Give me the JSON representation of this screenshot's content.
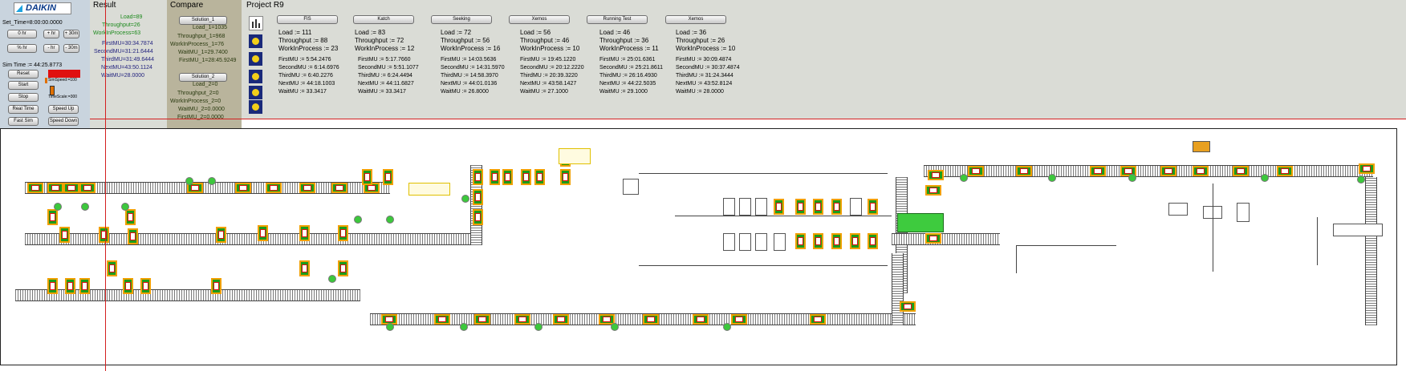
{
  "logo": {
    "brand": "DAIKIN"
  },
  "control": {
    "set_time": "Set_Time=8:00:00.0000",
    "time_buttons": [
      "0 hr",
      "+ hr",
      "+ 30m",
      "% hr",
      "- hr",
      "- 30m"
    ],
    "sim_time": "Sim Time := 44:25.8773",
    "reset": "Reset",
    "start": "Start",
    "stop": "Stop",
    "real_time": "Real Time",
    "speed_up": "Speed Up",
    "fast_sim": "Fast Sim",
    "speed_down": "Speed Down",
    "sim_speed": "SimSpeed:=100",
    "time_scale": "TimeScale:=300"
  },
  "result": {
    "title": "Result",
    "load": "Load=89",
    "throughput": "Throughput=26",
    "wip": "WorkInProcess=63",
    "first": "FirstMU=30:34.7874",
    "second": "SecondMU=31:21.6444",
    "third": "ThirdMU=31:49.6444",
    "next": "NextMU=43:50.1124",
    "wait": "WaitMU=28.0000"
  },
  "compare": {
    "title": "Compare",
    "solution1": "Solution_1",
    "load1": "Load_1=1035",
    "throughput1": "Throughput_1=968",
    "wip1": "WorkInProcess_1=76",
    "wait1": "WaitMU_1=29.7400",
    "first1": "FirstMU_1=28:45.9249",
    "solution2": "Solution_2",
    "load2": "Load_2=0",
    "throughput2": "Throughput_2=0",
    "wip2": "WorkInProcess_2=0",
    "wait2": "WaitMU_2=0.0000",
    "first2": "FirstMU_2=0.0000"
  },
  "project": {
    "title": "Project R9",
    "stations": [
      {
        "name": "FIS",
        "load": "Load := 111",
        "throughput": "Throughput := 88",
        "wip": "WorkInProcess := 23",
        "first": "FirstMU := 5:54.2476",
        "second": "SecondMU := 6:14.6976",
        "third": "ThirdMU := 6:40.2276",
        "next": "NextMU := 44:18.1003",
        "wait": "WaitMU := 33.3417"
      },
      {
        "name": "Katch",
        "load": "Load := 83",
        "throughput": "Throughput := 72",
        "wip": "WorkInProcess := 12",
        "first": "FirstMU := 5:17.7660",
        "second": "SecondMU := 5:51.1077",
        "third": "ThirdMU := 6:24.4494",
        "next": "NextMU := 44:11.6827",
        "wait": "WaitMU := 33.3417"
      },
      {
        "name": "Seeking",
        "load": "Load := 72",
        "throughput": "Throughput := 56",
        "wip": "WorkInProcess := 16",
        "first": "FirstMU := 14:03.5636",
        "second": "SecondMU := 14:31.5970",
        "third": "ThirdMU := 14:58.3970",
        "next": "NextMU := 44:01.0136",
        "wait": "WaitMU := 26.8000"
      },
      {
        "name": "Xemos",
        "load": "Load := 56",
        "throughput": "Throughput := 46",
        "wip": "WorkInProcess := 10",
        "first": "FirstMU := 19:45.1220",
        "second": "SecondMU := 20:12.2220",
        "third": "ThirdMU := 20:39.3220",
        "next": "NextMU := 43:58.1427",
        "wait": "WaitMU := 27.1000"
      },
      {
        "name": "Running Test",
        "load": "Load := 46",
        "throughput": "Throughput := 36",
        "wip": "WorkInProcess := 11",
        "first": "FirstMU := 25:01.6361",
        "second": "SecondMU := 25:21.8611",
        "third": "ThirdMU := 26:16.4930",
        "next": "NextMU := 44:22.5035",
        "wait": "WaitMU := 29.1000"
      },
      {
        "name": "Xemos",
        "load": "Load := 36",
        "throughput": "Throughput := 26",
        "wip": "WorkInProcess := 10",
        "first": "FirstMU := 30:09.4874",
        "second": "SecondMU := 30:37.4874",
        "third": "ThirdMU := 31:24.3444",
        "next": "NextMU := 43:52.8124",
        "wait": "WaitMU := 28.0000"
      }
    ]
  },
  "toolbar": {
    "m1": "M",
    "m2": "M",
    "m3": "M"
  },
  "colors": {
    "cursor_line": "#d42020",
    "compare_bg": "#b9b49c",
    "control_bg": "#c9d4de",
    "unit_border": "#f0a000"
  }
}
